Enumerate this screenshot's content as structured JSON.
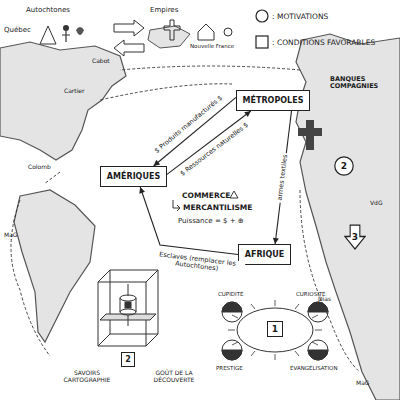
{
  "diagram": {
    "nodes": [
      {
        "text": [
          "MÉTROPOLES"
        ]
      },
      {
        "text": [
          "AMÉRIQUES"
        ]
      },
      {
        "text": [
          "AFRIQUE"
        ]
      },
      {
        "text": [
          "2"
        ]
      },
      {
        "text": [
          "3"
        ]
      },
      {
        "text": [
          "2"
        ]
      },
      {
        "text": [
          "1"
        ]
      }
    ],
    "edges": [
      {
        "from": 0,
        "to": 1,
        "label": "$ Produits manufacturés $",
        "arrow": "to"
      },
      {
        "from": 1,
        "to": 0,
        "label": "$ Ressources naturelles $",
        "arrow": "to"
      },
      {
        "from": 0,
        "to": 2,
        "label": "armes textiles",
        "arrow": "to"
      },
      {
        "from": 2,
        "to": 1,
        "label": "Esclaves (remplacer les Autochtones)",
        "arrow": "to"
      }
    ],
    "labels": [
      "Autochtones",
      "Québec",
      "Empires",
      "Nouvelle France",
      "BANQUES COMPAGNIES",
      "COMMERCE",
      "MERCANTILISME",
      "Puissance = $ + ⊕",
      "SAVOIRS CARTOGRAPHIE",
      "GOÛT DE LA DÉCOUVERTE",
      "CUPIDITÉ",
      "CURIOSITÉ",
      "PRESTIGE",
      "ÉVANGÉLISATION",
      "Cabot",
      "Cartier",
      "Colomb",
      "MaG",
      "Dias",
      "VdG",
      "MaG"
    ],
    "legend": [
      {
        "text": ": MOTIVATIONS"
      },
      {
        "text": ": CONDITIONS FAVORABLES"
      }
    ]
  }
}
